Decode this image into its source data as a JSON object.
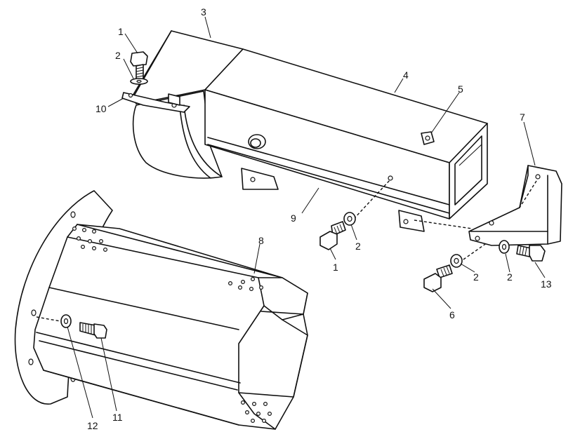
{
  "callouts": [
    {
      "label": "1"
    },
    {
      "label": "2"
    },
    {
      "label": "3"
    },
    {
      "label": "4"
    },
    {
      "label": "5"
    },
    {
      "label": "10"
    },
    {
      "label": "7"
    },
    {
      "label": "9"
    },
    {
      "label": "2"
    },
    {
      "label": "1"
    },
    {
      "label": "8"
    },
    {
      "label": "2"
    },
    {
      "label": "2"
    },
    {
      "label": "13"
    },
    {
      "label": "6"
    },
    {
      "label": "12"
    },
    {
      "label": "11"
    }
  ]
}
